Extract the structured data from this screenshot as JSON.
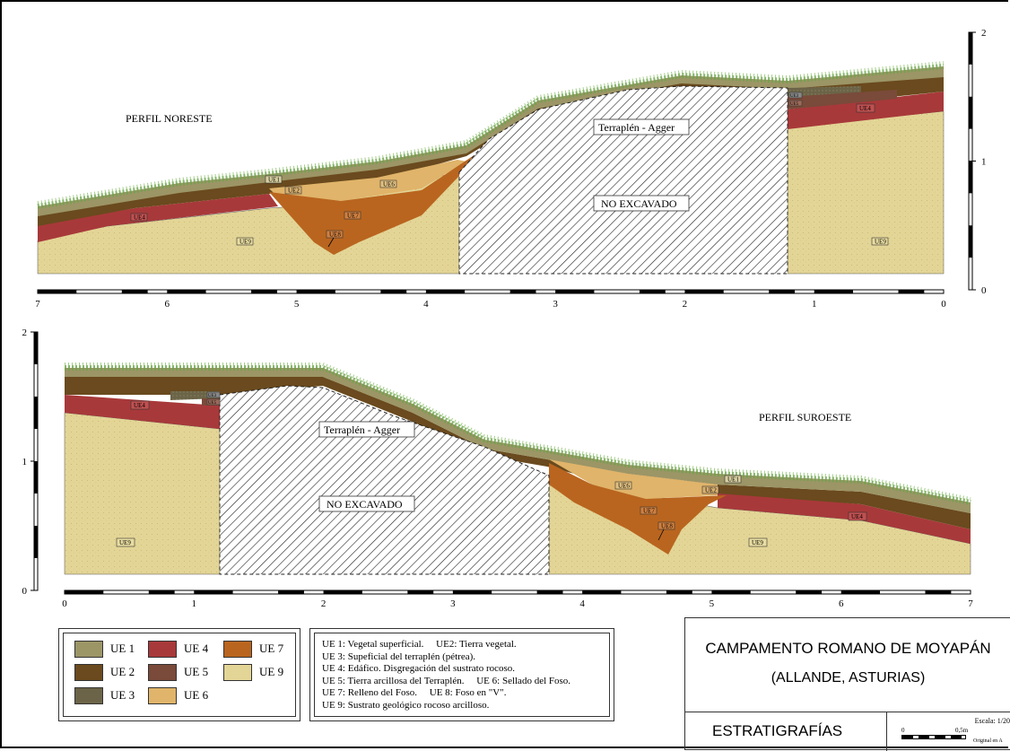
{
  "top_profile": {
    "title": "PERFIL NORESTE",
    "agger_label": "Terraplén - Agger",
    "not_excavated_label": "NO EXCAVADO",
    "x_ticks": [
      "7",
      "6",
      "5",
      "4",
      "3",
      "2",
      "1",
      "0"
    ],
    "y_ticks": [
      "2",
      "1",
      "0"
    ],
    "unit_tags": [
      "UE1",
      "UE2",
      "UE6",
      "UE4",
      "UE7",
      "UE8",
      "UE9",
      "UE9",
      "UE3",
      "UE5",
      "UE4"
    ]
  },
  "bottom_profile": {
    "title": "PERFIL SUROESTE",
    "agger_label": "Terraplén - Agger",
    "not_excavated_label": "NO EXCAVADO",
    "x_ticks": [
      "0",
      "1",
      "2",
      "3",
      "4",
      "5",
      "6",
      "7"
    ],
    "y_ticks": [
      "2",
      "1",
      "0"
    ],
    "unit_tags": [
      "UE4",
      "UE9",
      "UE3",
      "UE5",
      "UE1",
      "UE6",
      "UE2",
      "UE7",
      "UE8",
      "UE9",
      "UE4"
    ]
  },
  "legend": {
    "items": [
      {
        "label": "UE 1",
        "color": "#9c9566"
      },
      {
        "label": "UE 2",
        "color": "#6a4a1e"
      },
      {
        "label": "UE 3",
        "color": "#6b6448"
      },
      {
        "label": "UE 4",
        "color": "#a8393a"
      },
      {
        "label": "UE 5",
        "color": "#7a4a3a"
      },
      {
        "label": "UE 6",
        "color": "#e0b46a"
      },
      {
        "label": "UE 7",
        "color": "#b9651f"
      },
      {
        "label": "UE 9",
        "color": "#e3d596"
      }
    ]
  },
  "descriptions": [
    "UE 1: Vegetal superficial.     UE2: Tierra vegetal.",
    "UE 3: Supeficial del terraplén (pétrea).",
    "UE 4: Edáfico. Disgregación del sustrato rocoso.",
    "UE 5: Tierra arcillosa del Terraplén.     UE 6: Sellado del Foso.",
    "UE 7: Relleno del Foso.     UE 8: Foso en \"V\".",
    "UE 9: Sustrato geológico rocoso arcilloso."
  ],
  "title_block": {
    "title": "CAMPAMENTO ROMANO DE MOYAPÁN",
    "subtitle": "(ALLANDE, ASTURIAS)",
    "section": "ESTRATIGRAFÍAS",
    "scale_label": "Escala:  1/20",
    "scale_zero": "0",
    "scale_half": "0,5m",
    "original_note": "Original en A"
  }
}
